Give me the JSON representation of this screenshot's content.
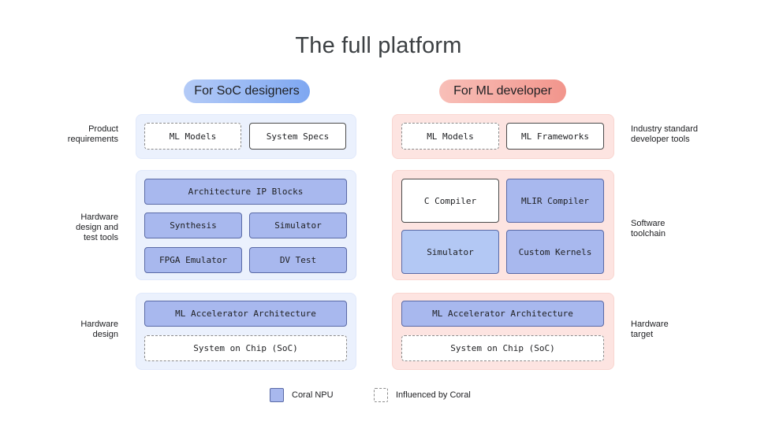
{
  "title": "The full platform",
  "left_header": "For SoC designers",
  "right_header": "For ML developer",
  "left_labels": {
    "product": [
      "Product",
      "requirements"
    ],
    "hw_tools": [
      "Hardware",
      "design and",
      "test tools"
    ],
    "hw_design": [
      "Hardware",
      "design"
    ]
  },
  "right_labels": {
    "industry": [
      "Industry standard",
      "developer tools"
    ],
    "software": [
      "Software",
      "toolchain"
    ],
    "hw_target": [
      "Hardware",
      "target"
    ]
  },
  "left_boxes": {
    "ml_models": "ML Models",
    "system_specs": "System Specs",
    "arch_ip_blocks": "Architecture IP Blocks",
    "synthesis": "Synthesis",
    "simulator": "Simulator",
    "fpga_emulator": "FPGA Emulator",
    "dv_test": "DV Test",
    "ml_accel_arch": "ML Accelerator Architecture",
    "soc": "System on Chip (SoC)"
  },
  "right_boxes": {
    "ml_models": "ML Models",
    "ml_frameworks": "ML Frameworks",
    "c_compiler": "C Compiler",
    "mlir_compiler": "MLIR Compiler",
    "simulator": "Simulator",
    "custom_kernels": "Custom Kernels",
    "ml_accel_arch": "ML Accelerator Architecture",
    "soc": "System on Chip (SoC)"
  },
  "legend": {
    "coral_npu": "Coral NPU",
    "influenced": "Influenced by Coral"
  },
  "colors": {
    "npu_fill": "#a8b8ee",
    "left_panel": "#ebf1fd",
    "right_panel": "#fde4e1",
    "left_pill": "#7ea7f1",
    "right_pill": "#f2958c"
  }
}
